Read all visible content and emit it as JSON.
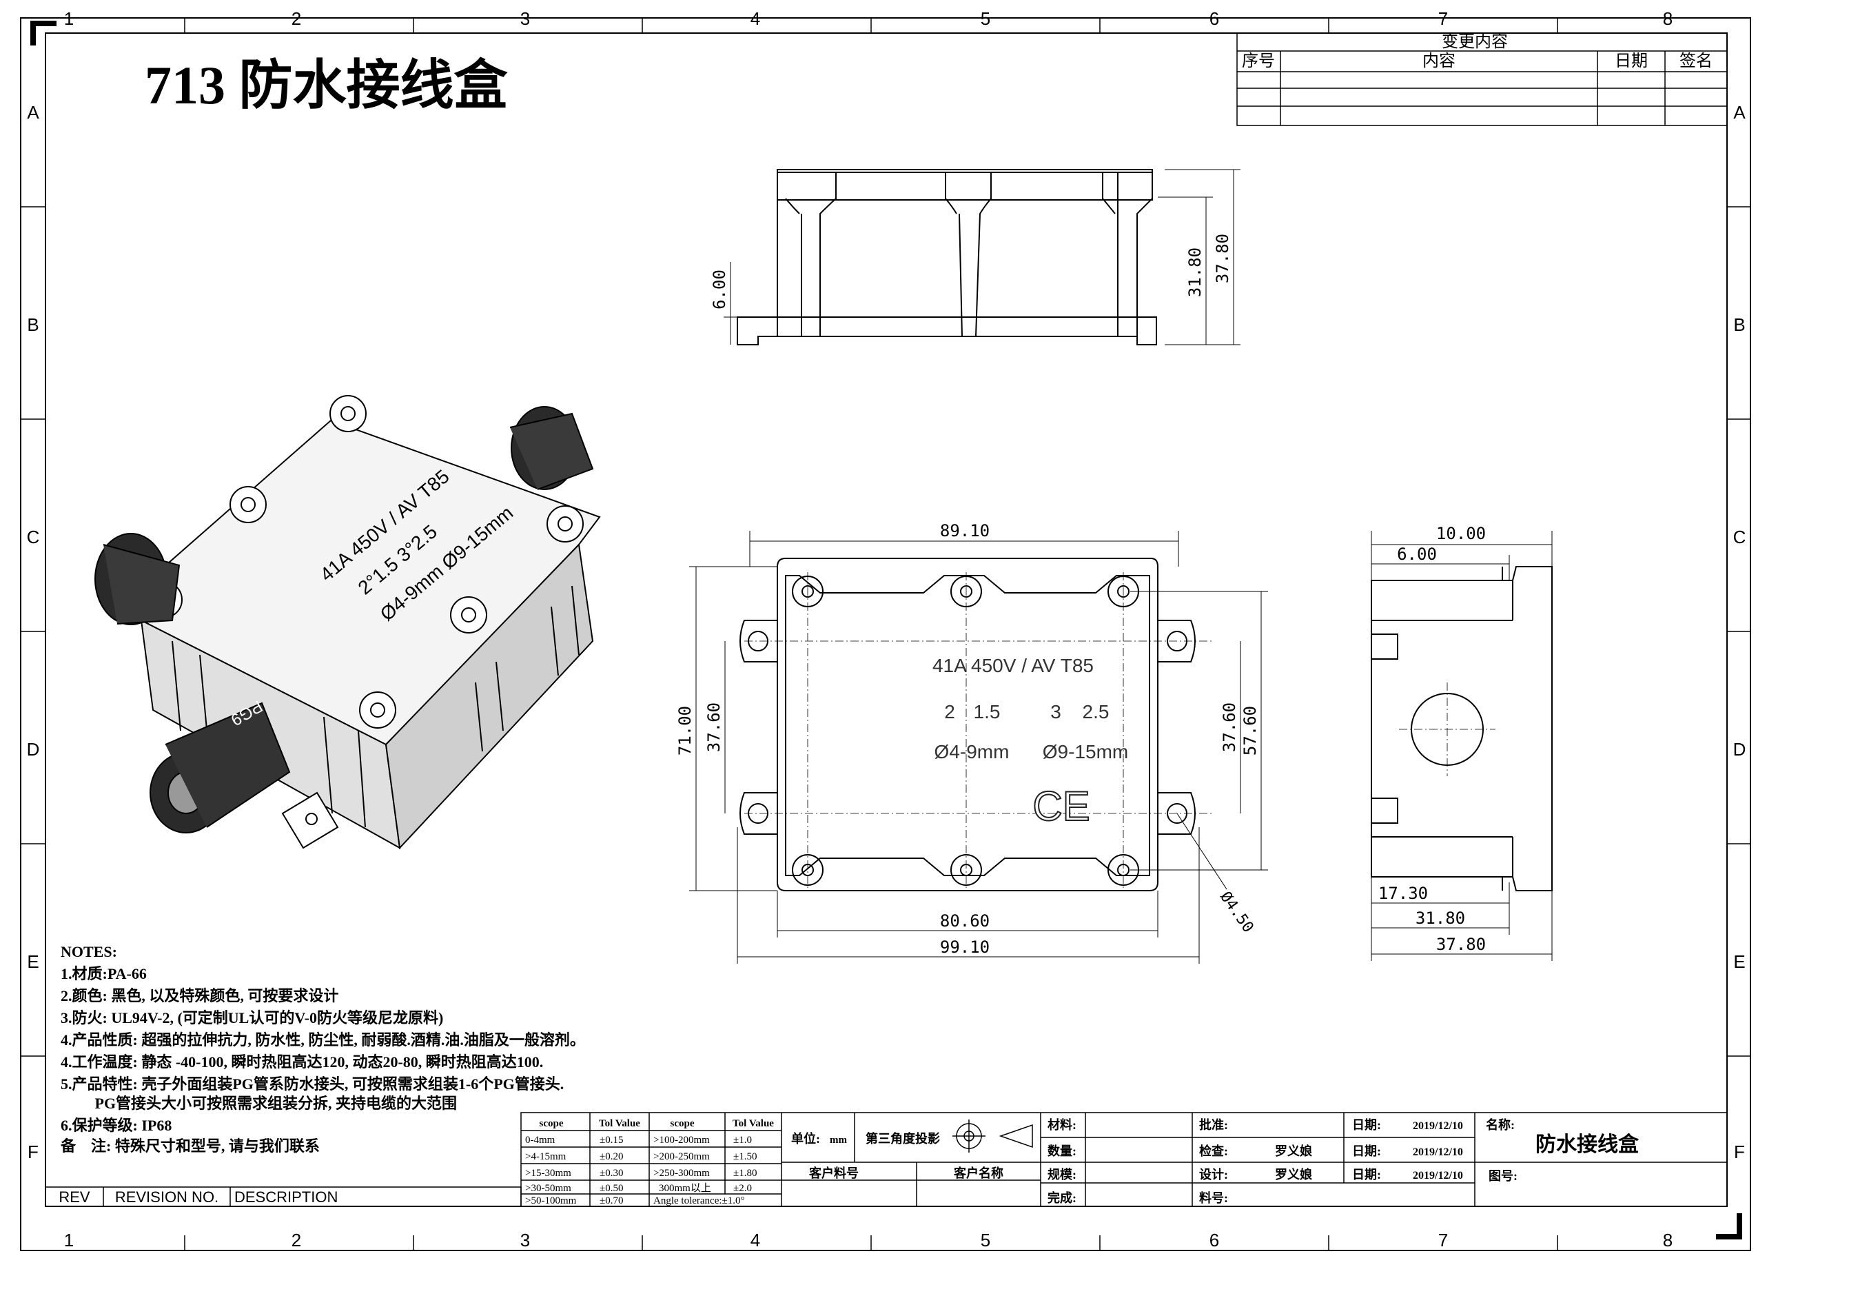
{
  "title": "713 防水接线盒",
  "frame": {
    "columns": [
      "1",
      "2",
      "3",
      "4",
      "5",
      "6",
      "7",
      "8"
    ],
    "rows": [
      "A",
      "B",
      "C",
      "D",
      "E",
      "F"
    ]
  },
  "change_table": {
    "title": "变更内容",
    "headers": [
      "序号",
      "内容",
      "日期",
      "签名"
    ]
  },
  "iso_view": {
    "lid_line1": "41A 450V / AV T85",
    "lid_line2": "2°1.5   3°2.5",
    "lid_line3": "Ø4-9mm  Ø9-15mm",
    "gland_label": "PG9"
  },
  "front_view": {
    "dims": {
      "overall_height": "37.80",
      "body_height": "31.80",
      "flange_height": "6.00"
    }
  },
  "top_view": {
    "text1": "41A 450V / AV T85",
    "text2a": "2",
    "text2b": "1.5",
    "text3a": "3",
    "text3b": "2.5",
    "text4a": "Ø4-9mm",
    "text4b": "Ø9-15mm",
    "ce": "CE",
    "dims": {
      "top_width": "89.10",
      "inner_width": "80.60",
      "total_width": "99.10",
      "left_height": "71.00",
      "left_hole_spacing": "37.60",
      "right_hole_spacing": "37.60",
      "right_height": "57.60",
      "hole_dia": "Ø4.50"
    }
  },
  "side_view": {
    "dims": {
      "top1": "10.00",
      "top2": "6.00",
      "b1": "17.30",
      "b2": "31.80",
      "b3": "37.80"
    }
  },
  "notes": {
    "heading": "NOTES:",
    "lines": [
      "1.材质:PA-66",
      "2.颜色: 黑色, 以及特殊颜色, 可按要求设计",
      "3.防火: UL94V-2, (可定制UL认可的V-0防火等级尼龙原料)",
      "4.产品性质: 超强的拉伸抗力, 防水性, 防尘性, 耐弱酸.酒精.油.油脂及一般溶剂。",
      "4.工作温度: 静态 -40-100, 瞬时热阻高达120, 动态20-80, 瞬时热阻高达100.",
      "5.产品特性: 壳子外面组装PG管系防水接头, 可按照需求组装1-6个PG管接头.",
      "         PG管接头大小可按照需求组装分拆, 夹持电缆的大范围",
      "6.保护等级: IP68",
      "备    注: 特殊尺寸和型号, 请与我们联系"
    ]
  },
  "revision": {
    "rev": "REV",
    "revision_no": "REVISION NO.",
    "description": "DESCRIPTION"
  },
  "tolerance_table": {
    "headers": [
      "scope",
      "Tol Value",
      "scope",
      "Tol Value"
    ],
    "rows": [
      [
        "0-4mm",
        "±0.15",
        ">100-200mm",
        "±1.0"
      ],
      [
        ">4-15mm",
        "±0.20",
        ">200-250mm",
        "±1.50"
      ],
      [
        ">15-30mm",
        "±0.30",
        ">250-300mm",
        "±1.80"
      ],
      [
        ">30-50mm",
        "±0.50",
        "300mm以上",
        "±2.0"
      ],
      [
        ">50-100mm",
        "±0.70",
        "Angle tolerance:±1.0°",
        ""
      ]
    ]
  },
  "title_block": {
    "unit_label": "单位:",
    "unit_value": "mm",
    "projection": "第三角度投影",
    "customer_part": "客户料号",
    "customer_name": "客户名称",
    "material": "材料:",
    "quantity": "数量:",
    "spec": "规模:",
    "finish": "完成:",
    "approve": "批准:",
    "check": "检查:",
    "design": "设计:",
    "part_no": "料号:",
    "checker": "罗义娘",
    "designer": "罗义娘",
    "date_label": "日期:",
    "date1": "2019/12/10",
    "date2": "2019/12/10",
    "date3": "2019/12/10",
    "name_label": "名称:",
    "name_value": "防水接线盒",
    "drawing_no": "图号:"
  }
}
